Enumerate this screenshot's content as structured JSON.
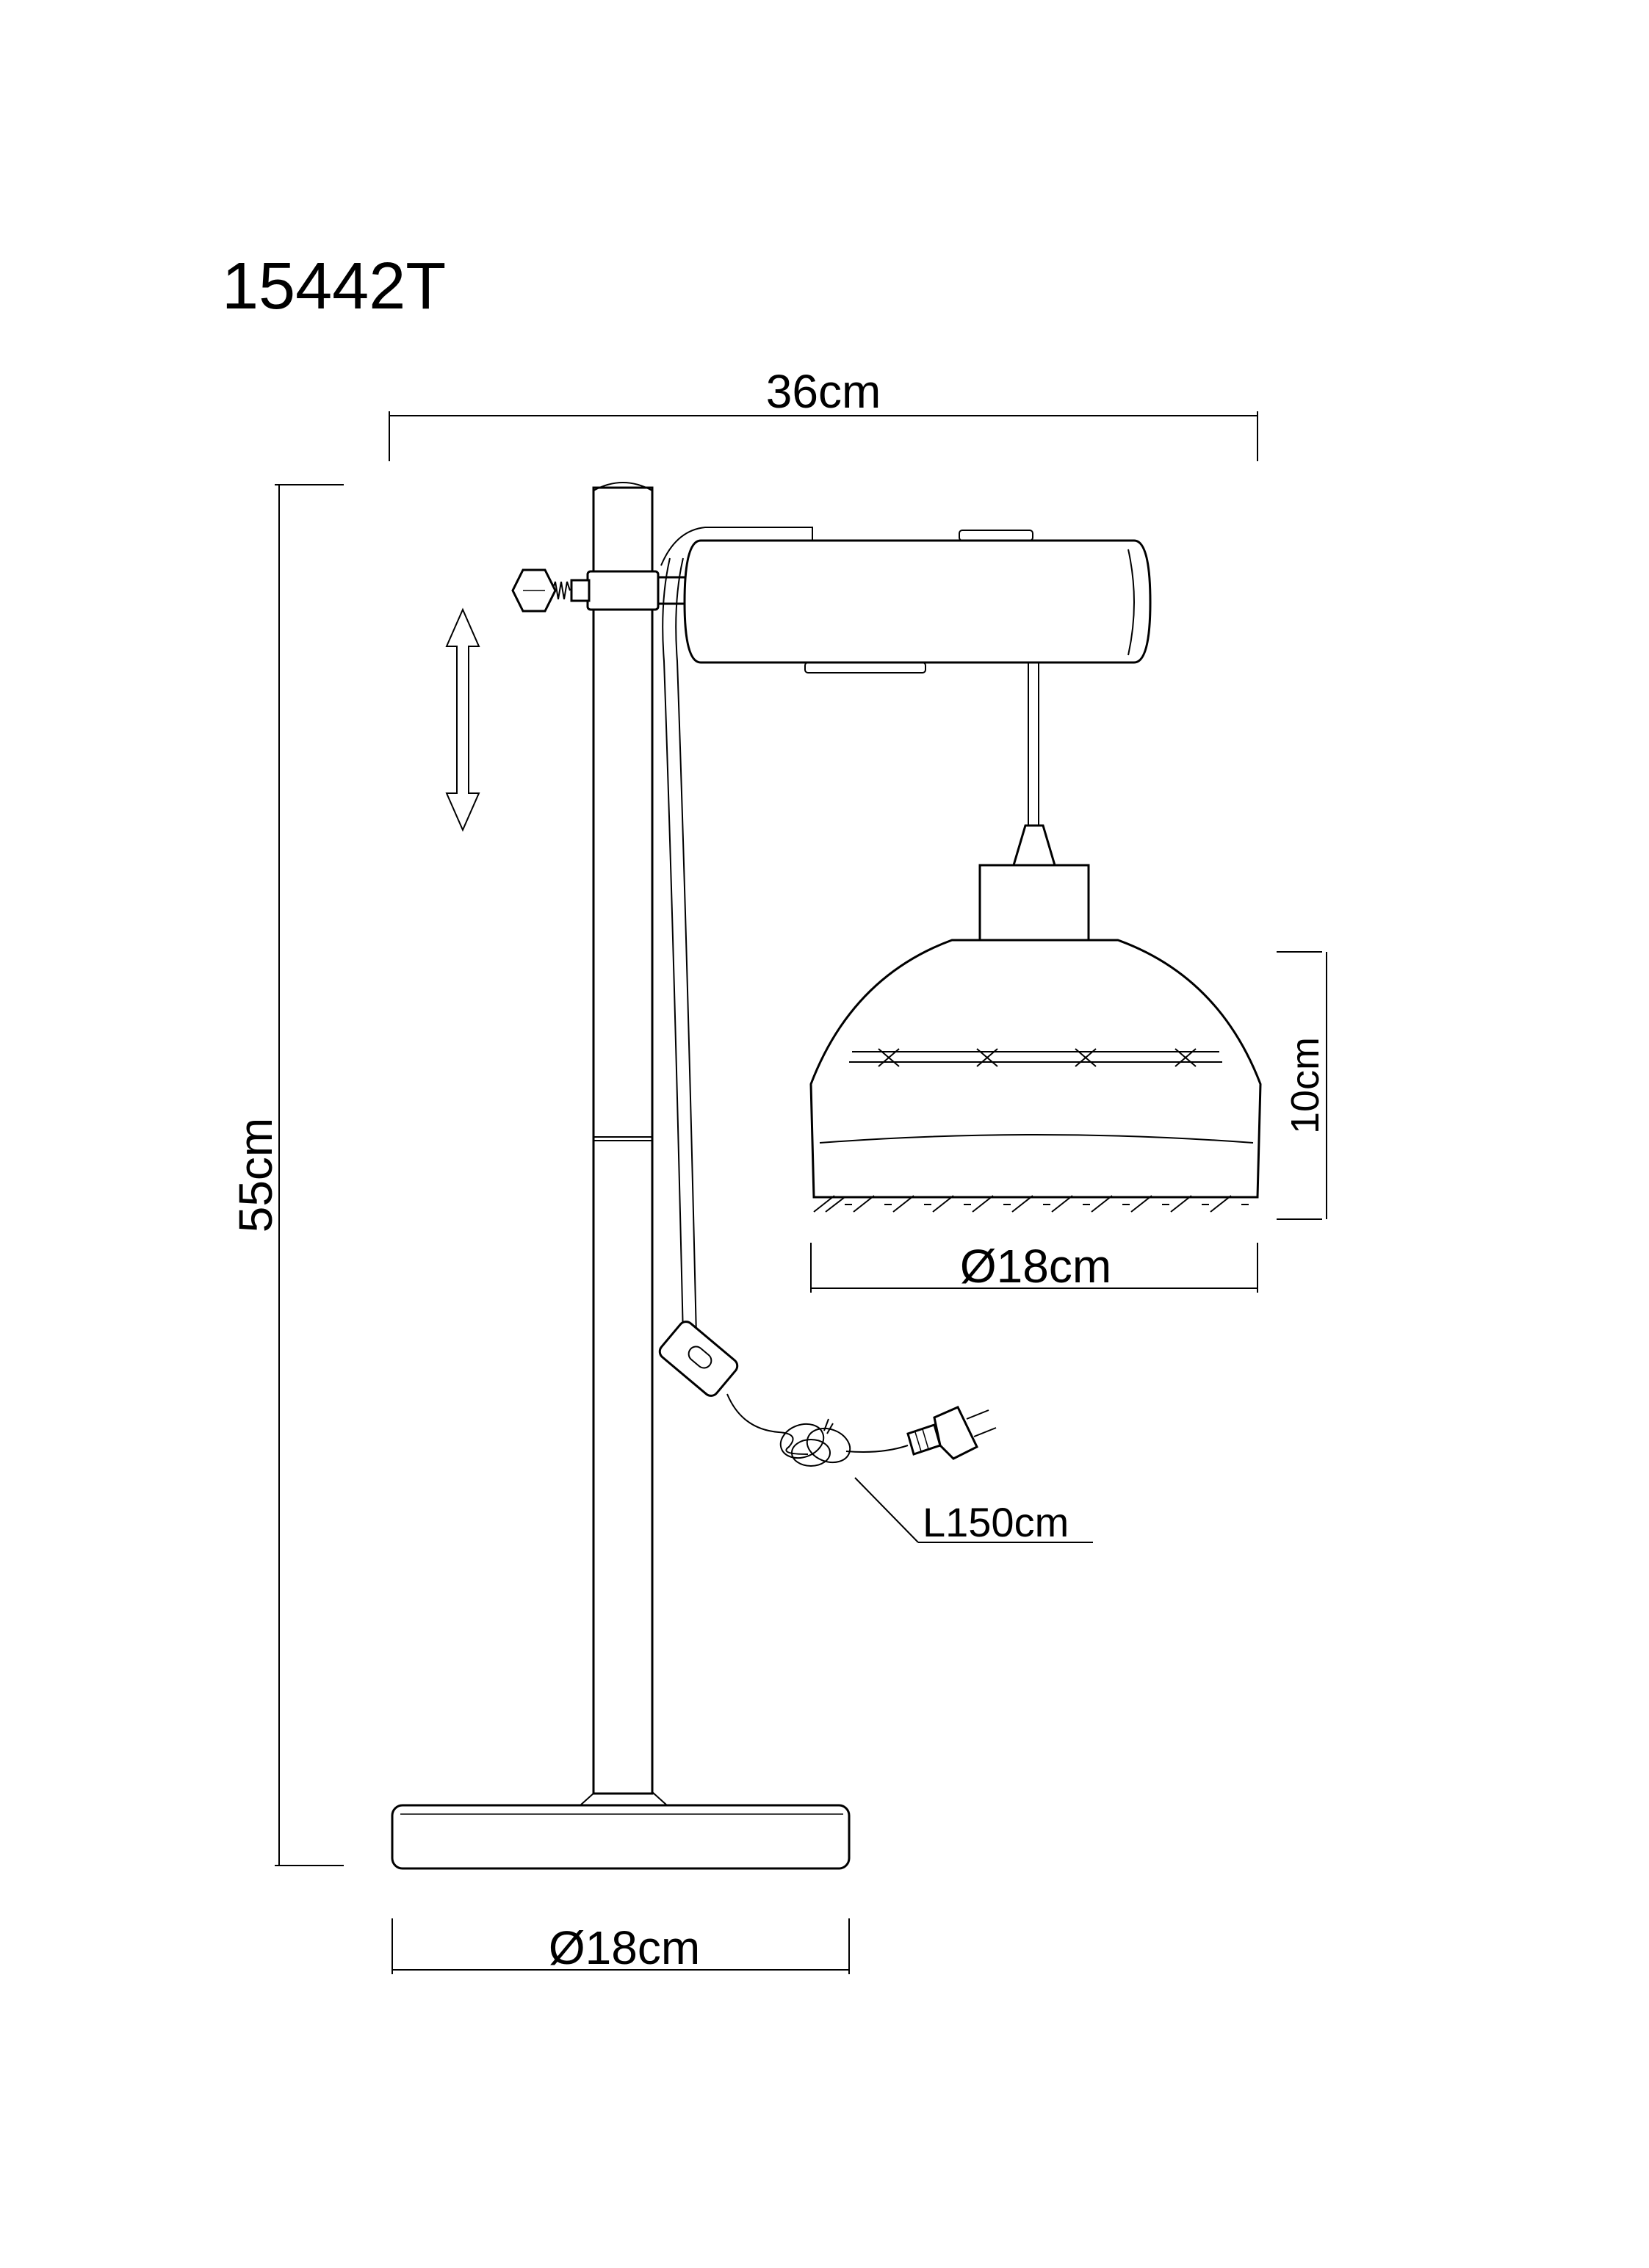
{
  "diagram": {
    "model_number": "15442T",
    "dimensions": {
      "overall_width": "36cm",
      "overall_height": "55cm",
      "shade_height": "10cm",
      "shade_diameter": "Ø18cm",
      "base_diameter": "Ø18cm",
      "cable_length": "L150cm"
    }
  }
}
